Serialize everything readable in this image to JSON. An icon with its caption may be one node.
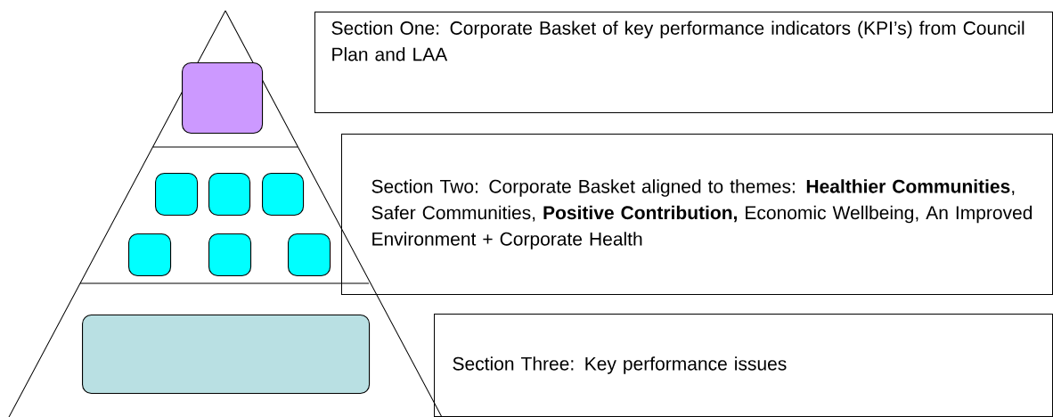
{
  "diagram": {
    "nodes": [
      {
        "text": [
          "Section One: Corporate Basket of key performance indicators (KPI’s) from Council Plan and LAA"
        ]
      },
      {
        "text": [
          "Section Two: Corporate Basket aligned to themes: **Healthier Communities**, Safer Communities, **Positive Contribution,** Economic Wellbeing, An Improved Environment + Corporate Health"
        ]
      },
      {
        "text": [
          "Section Three: Key performance issues"
        ]
      },
      {
        "text": [],
        "shape": "box"
      },
      {
        "text": [],
        "shape": "box"
      },
      {
        "text": [],
        "shape": "box"
      },
      {
        "text": [],
        "shape": "box"
      },
      {
        "text": [],
        "shape": "box"
      },
      {
        "text": [],
        "shape": "box"
      },
      {
        "text": [],
        "shape": "box"
      },
      {
        "text": [],
        "shape": "box"
      }
    ],
    "edges": []
  }
}
